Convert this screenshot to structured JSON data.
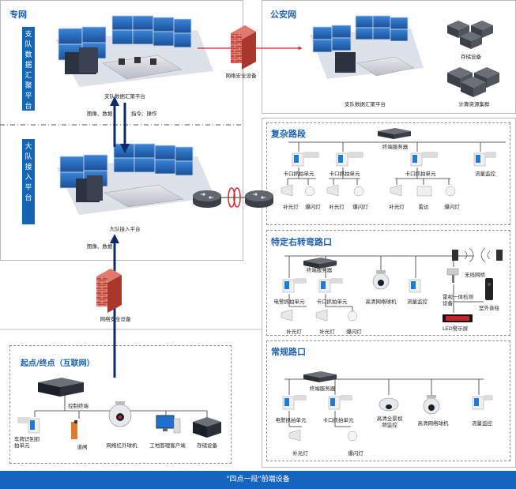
{
  "zones": {
    "private_net": "专网",
    "public_security_net": "公安网",
    "internet_endpoint": "起点/终点（互联网）",
    "complex_section": "复杂路段",
    "right_turn_junction": "特定右转弯路口",
    "regular_junction": "常规路口"
  },
  "badges": {
    "detachment": "支队数据汇聚平台",
    "brigade": "大队接入平台"
  },
  "platforms": {
    "detachment_platform": "支队数据汇聚平台",
    "brigade_platform": "大队接入平台",
    "ps_platform": "支队数据汇聚平台",
    "storage": "存储设备",
    "compute_cluster": "计算资源集群"
  },
  "links": {
    "up_label": "图像、数据",
    "down_label": "指令、操作",
    "brigade_out": "图像、数据",
    "security_device_top": "网络安全设备",
    "security_device_bottom": "网络安全设备"
  },
  "complex": {
    "server": "终端服务器",
    "unit1": "卡口抓拍单元",
    "unit2": "卡口抓拍单元",
    "unit3": "卡口抓拍单元",
    "flow": "流量监控",
    "fill1": "补光灯",
    "flash1": "爆闪灯",
    "fill2": "补光灯",
    "flash2": "爆闪灯",
    "fill3": "补光灯",
    "radar": "雷达",
    "flash3": "爆闪灯"
  },
  "rightturn": {
    "server": "终端服务器",
    "police_unit": "电警抓拍单元",
    "unit": "卡口抓拍单元",
    "dome": "高清网络球机",
    "flow": "流量监控",
    "bridge": "无线网桥",
    "radar_device": "雷视一体检测设备",
    "outdoor_post": "室外音柱",
    "led": "LED警示屏",
    "fill1": "补光灯",
    "fill2": "补光灯",
    "flash": "爆闪灯"
  },
  "endpoint": {
    "terminal": "控制终端",
    "plate_unit": "车牌识别抓拍单元",
    "gate": "道闸",
    "ir_dome": "网络红外球机",
    "site_client": "工地管理客户端",
    "storage": "存储设备"
  },
  "regular": {
    "server": "终端服务器",
    "police_unit": "电警抓拍单元",
    "unit": "卡口抓拍单元",
    "panorama": "高清全景视频监控",
    "dome": "高清网络球机",
    "flow": "流量监控",
    "fill": "补光灯",
    "flash": "爆闪灯"
  },
  "footer": "\"四点一段\"前端设备",
  "colors": {
    "accent": "#1464c0",
    "navy_arrow": "#0c2a6b",
    "red_line": "#d9252b",
    "firewall": "#c8473b"
  }
}
